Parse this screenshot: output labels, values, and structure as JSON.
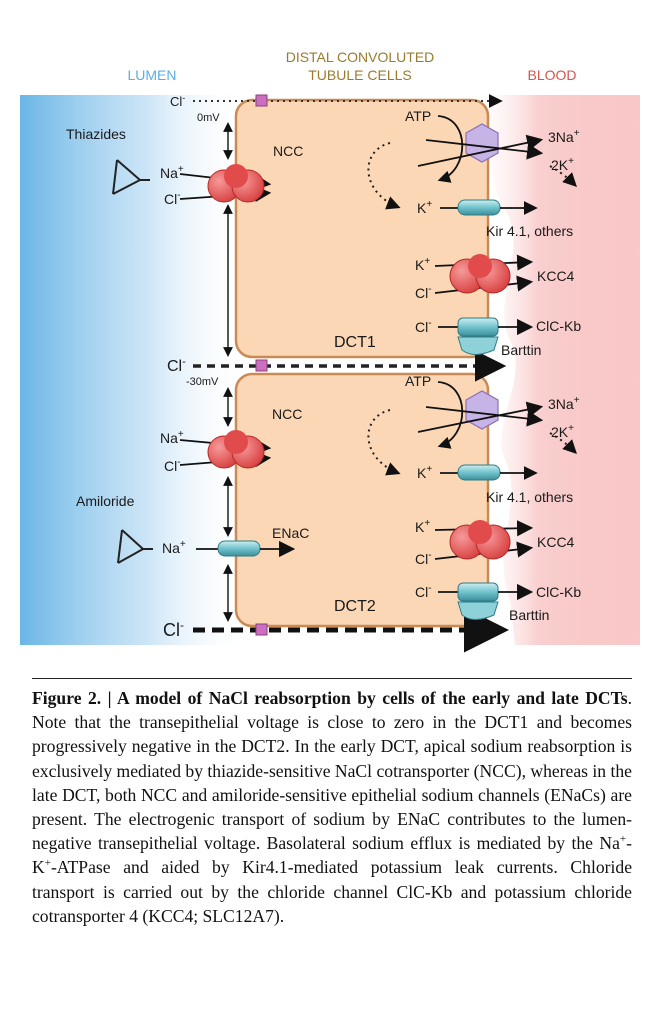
{
  "regions": {
    "lumen": "LUMEN",
    "cells_line1": "DISTAL CONVOLUTED",
    "cells_line2": "TUBULE CELLS",
    "blood": "BLOOD"
  },
  "voltages": {
    "top": "0mV",
    "middle": "-30mV"
  },
  "drugs": {
    "thiazides": "Thiazides",
    "amiloride": "Amiloride"
  },
  "ions": {
    "cl": "Cl",
    "na": "Na",
    "k": "K",
    "minus": "-",
    "plus": "+"
  },
  "cells": {
    "dct1": {
      "name": "DCT1",
      "ncc": "NCC",
      "atp": "ATP",
      "na_out": "3Na",
      "k_in": "2K",
      "kir": "Kir 4.1, others",
      "kcc4": "KCC4",
      "clc": "ClC-Kb",
      "barttin": "Barttin"
    },
    "dct2": {
      "name": "DCT2",
      "ncc": "NCC",
      "enac": "ENaC",
      "atp": "ATP",
      "na_out": "3Na",
      "k_in": "2K",
      "kir": "Kir 4.1, others",
      "kcc4": "KCC4",
      "clc": "ClC-Kb",
      "barttin": "Barttin"
    }
  },
  "caption": {
    "label": "Figure 2.",
    "separator": " | ",
    "title": "A model of NaCl reabsorption by cells of the early and late DCTs",
    "text1": ". Note that the transepithelial voltage is close to zero in the DCT1 and becomes progressively negative in the DCT2. In the early DCT, apical sodium reabsorption is exclusively mediated by thiazide-sensitive NaCl cotransporter (NCC), whereas in the late DCT, both NCC and amiloride-sensitive epithelial sodium channels (ENaCs) are present. The electrogenic transport of sodium by ENaC contributes to the lumen-negative transepithelial voltage. Basolateral sodium efflux is mediated by the Na",
    "sup1": "+",
    "dash": "-K",
    "sup2": "+",
    "text2": "-ATPase and aided by Kir4.1-mediated potassium leak currents. Chloride transport is carried out by the chloride channel ClC-Kb and potassium chloride cotransporter 4 (KCC4; SLC12A7)."
  },
  "colors": {
    "lumen_blue": "#5aaee3",
    "blood_red": "#f08a8a",
    "cell_fill": "#fbd7b5",
    "cell_border": "#c98a55",
    "transporter_red": "#e24b4b",
    "channel_teal": "#6fc1cc",
    "atpase_purple": "#c7b4e6",
    "junction_magenta": "#cc6fc0",
    "heading_gold": "#9c7a2c"
  }
}
